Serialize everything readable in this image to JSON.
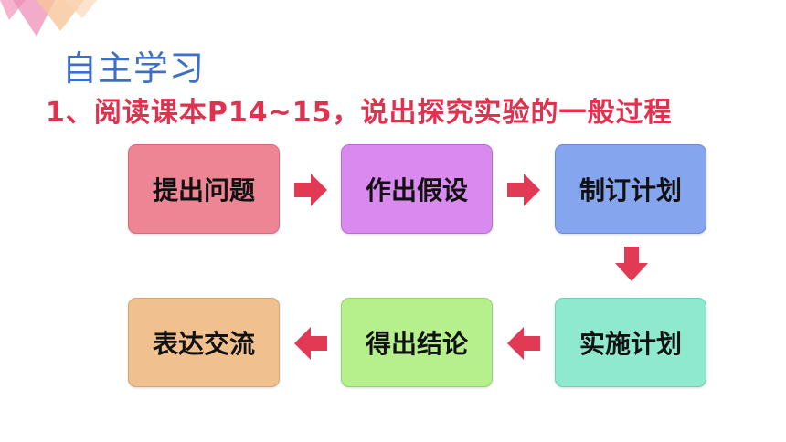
{
  "heading": "自主学习",
  "subheading": "1、阅读课本P14~15，说出探究实验的一般过程",
  "steps": [
    {
      "label": "提出问题",
      "color": "#ee8595",
      "border": "#d8687a"
    },
    {
      "label": "作出假设",
      "color": "#d98aee",
      "border": "#bd6ad6"
    },
    {
      "label": "制订计划",
      "color": "#85a6ef",
      "border": "#6a8ad8"
    },
    {
      "label": "实施计划",
      "color": "#8ee9cf",
      "border": "#6fd0b3"
    },
    {
      "label": "得出结论",
      "color": "#b6f08d",
      "border": "#95d56d"
    },
    {
      "label": "表达交流",
      "color": "#f0c08f",
      "border": "#d8a470"
    }
  ],
  "colors": {
    "heading": "#3d6fc4",
    "subheading": "#e0314f",
    "arrow": "#e23a55"
  },
  "icons": [
    "arrow-right-icon",
    "arrow-down-icon",
    "arrow-left-icon"
  ]
}
